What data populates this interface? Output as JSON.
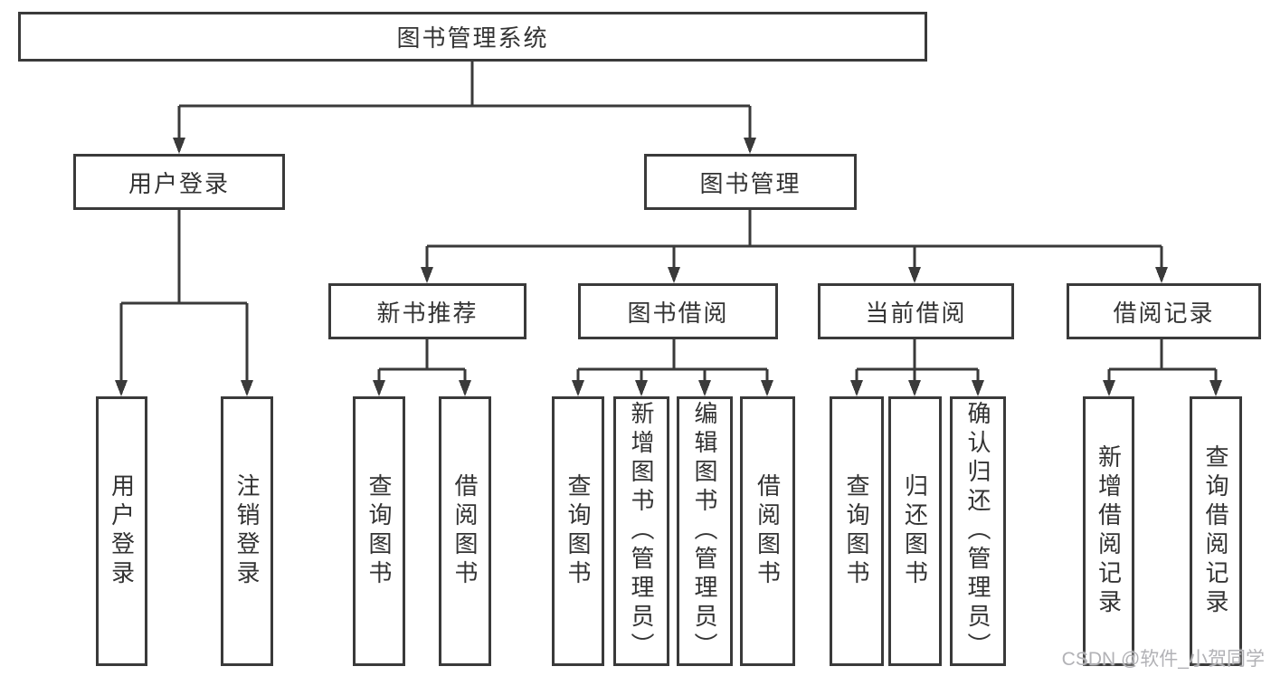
{
  "tree": {
    "root": {
      "label": "图书管理系统"
    },
    "branches": [
      {
        "label": "用户登录",
        "leaves": [
          {
            "label": "用户登录"
          },
          {
            "label": "注销登录"
          }
        ]
      },
      {
        "label": "图书管理",
        "sections": [
          {
            "label": "新书推荐",
            "leaves": [
              {
                "label": "查询图书"
              },
              {
                "label": "借阅图书"
              }
            ]
          },
          {
            "label": "图书借阅",
            "leaves": [
              {
                "label": "查询图书"
              },
              {
                "label": "新增图书（管理员）"
              },
              {
                "label": "编辑图书（管理员）"
              },
              {
                "label": "借阅图书"
              }
            ]
          },
          {
            "label": "当前借阅",
            "leaves": [
              {
                "label": "查询图书"
              },
              {
                "label": "归还图书"
              },
              {
                "label": "确认归还（管理员）"
              }
            ]
          },
          {
            "label": "借阅记录",
            "leaves": [
              {
                "label": "新增借阅记录"
              },
              {
                "label": "查询借阅记录"
              }
            ]
          }
        ]
      }
    ]
  },
  "watermark": {
    "text": "CSDN @软件_小贺同学"
  },
  "colors": {
    "line": "#3a3a3a",
    "border": "#3a3a3a",
    "text": "#333333",
    "watermark": "#b2b2b6",
    "background": "#ffffff"
  }
}
